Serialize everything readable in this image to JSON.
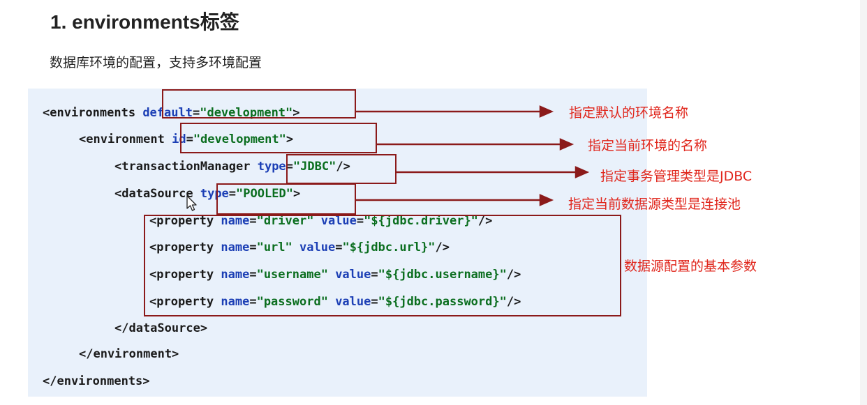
{
  "heading": "1. environments标签",
  "description": "数据库环境的配置，支持多环境配置",
  "code": {
    "environments_open": {
      "tag_open": "<environments",
      "attr": "default",
      "eq": "=",
      "value": "\"development\"",
      "tag_close": ">"
    },
    "environment_open": {
      "tag_open": "<environment",
      "attr": "id",
      "eq": "=",
      "value": "\"development\"",
      "tag_close": ">"
    },
    "transaction_manager": {
      "tag_open": "<transactionManager",
      "attr": "type",
      "eq": "=",
      "value": "\"JDBC\"",
      "tag_close": "/>"
    },
    "datasource_open": {
      "tag_open": "<dataSource",
      "attr": "type",
      "eq": "=",
      "value": "\"POOLED\"",
      "tag_close": ">"
    },
    "properties": [
      {
        "tag_open": "<property",
        "name_attr": "name",
        "name_value": "\"driver\"",
        "value_attr": "value",
        "value_value": "\"${jdbc.driver}\"",
        "tag_close": "/>"
      },
      {
        "tag_open": "<property",
        "name_attr": "name",
        "name_value": "\"url\"",
        "value_attr": "value",
        "value_value": "\"${jdbc.url}\"",
        "tag_close": "/>"
      },
      {
        "tag_open": "<property",
        "name_attr": "name",
        "name_value": "\"username\"",
        "value_attr": "value",
        "value_value": "\"${jdbc.username}\"",
        "tag_close": "/>"
      },
      {
        "tag_open": "<property",
        "name_attr": "name",
        "name_value": "\"password\"",
        "value_attr": "value",
        "value_value": "\"${jdbc.password}\"",
        "tag_close": "/>"
      }
    ],
    "datasource_close": "</dataSource>",
    "environment_close": "</environment>",
    "environments_close": "</environments>"
  },
  "annotations": {
    "default_env": "指定默认的环境名称",
    "current_env": "指定当前环境的名称",
    "transaction_type": "指定事务管理类型是JDBC",
    "datasource_type": "指定当前数据源类型是连接池",
    "datasource_params": "数据源配置的基本参数"
  },
  "colors": {
    "annotation_text": "#e0261c",
    "highlight_box": "#8b1a1a",
    "code_background": "#e9f1fb",
    "attribute_name": "#1c3fb5",
    "attribute_value": "#0b6e1f"
  }
}
